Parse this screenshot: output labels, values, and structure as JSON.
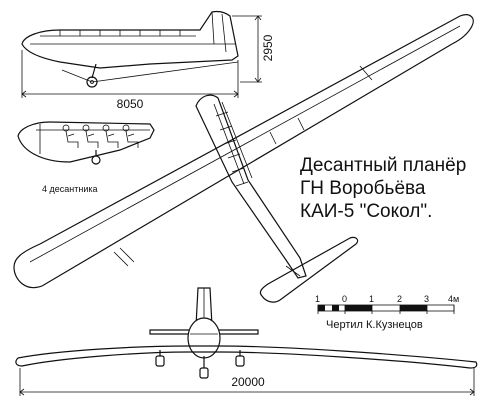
{
  "title": {
    "line1": "Десантный планёр",
    "line2": "ГН Воробьёва",
    "line3": "КАИ-5 \"Сокол\"."
  },
  "dimensions": {
    "height": "2950",
    "length": "8050",
    "span": "20000"
  },
  "labels": {
    "crew": "4 десантника",
    "author": "Чертил К.Кузнецов"
  },
  "scale": {
    "ticks": [
      "1",
      "0",
      "1",
      "2",
      "3",
      "4м"
    ]
  }
}
